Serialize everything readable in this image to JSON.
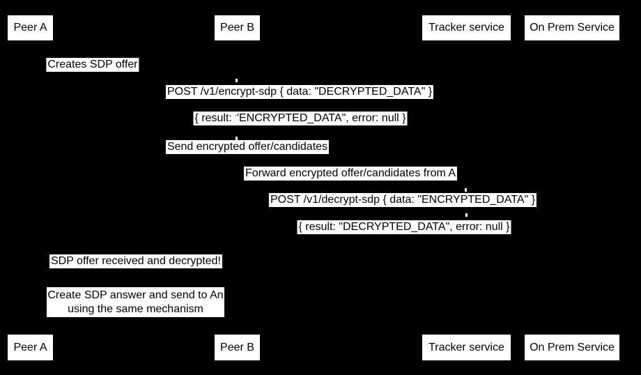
{
  "diagram": {
    "type": "sequence-diagram",
    "colors": {
      "background": "#000000",
      "box_fill": "#ffffff",
      "text": "#000000"
    },
    "actors": [
      {
        "id": "peer-a",
        "label": "Peer A"
      },
      {
        "id": "peer-b",
        "label": "Peer B"
      },
      {
        "id": "tracker-service",
        "label": "Tracker service"
      },
      {
        "id": "on-prem-service",
        "label": "On Prem Service"
      }
    ],
    "messages": [
      {
        "label": "Creates SDP offer"
      },
      {
        "label": "POST /v1/encrypt-sdp { data: \"DECRYPTED_DATA\" }"
      },
      {
        "label": "{ result: \"ENCRYPTED_DATA\", error: null }"
      },
      {
        "label": "Send encrypted offer/candidates"
      },
      {
        "label": "Forward encrypted offer/candidates from A"
      },
      {
        "label": "POST /v1/decrypt-sdp { data: \"ENCRYPTED_DATA\" }"
      },
      {
        "label": "{ result: \"DECRYPTED_DATA\", error: null }"
      },
      {
        "label": "SDP offer received and decrypted!"
      }
    ],
    "note": {
      "lines": [
        "Create SDP answer and send to An",
        "using the same mechanism"
      ]
    }
  }
}
